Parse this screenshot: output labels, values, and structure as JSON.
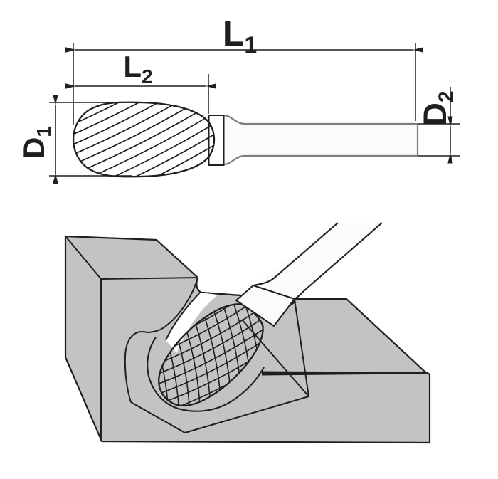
{
  "page": {
    "background": "#ffffff"
  },
  "colors": {
    "line_black": "#1f1f1f",
    "shank_gray": "#7d7d7d",
    "workpiece_gray": "#c3c3c3",
    "tool_white": "#fbfbfa"
  },
  "diagram": {
    "dimensions": {
      "l1": {
        "base": "L",
        "sub": "1"
      },
      "l2": {
        "base": "L",
        "sub": "2"
      },
      "d1": {
        "base": "D",
        "sub": "1"
      },
      "d2": {
        "base": "D",
        "sub": "2"
      }
    }
  }
}
